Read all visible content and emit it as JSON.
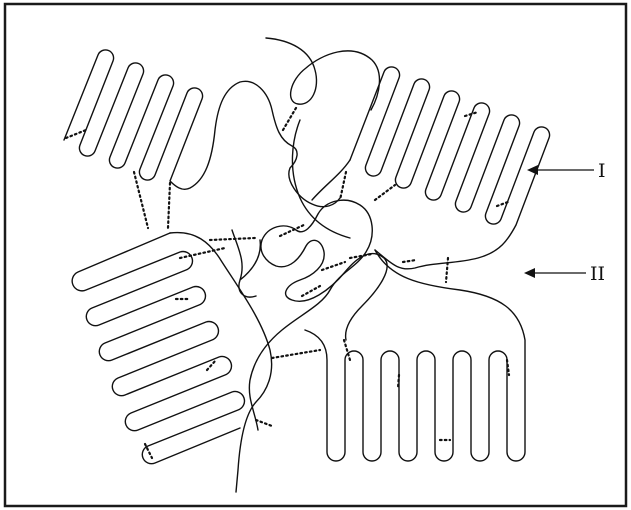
{
  "labels": {
    "label_1": "I",
    "label_2": "II"
  },
  "colors": {
    "background": "#ffffff",
    "line": "#111111"
  },
  "components": [
    {
      "name": "folded-chain-a",
      "fold_count": 5
    },
    {
      "name": "folded-chain-b",
      "fold_count": 7
    },
    {
      "name": "folded-chain-c",
      "fold_count": 6
    },
    {
      "name": "folded-chain-d",
      "fold_count": 5
    }
  ]
}
